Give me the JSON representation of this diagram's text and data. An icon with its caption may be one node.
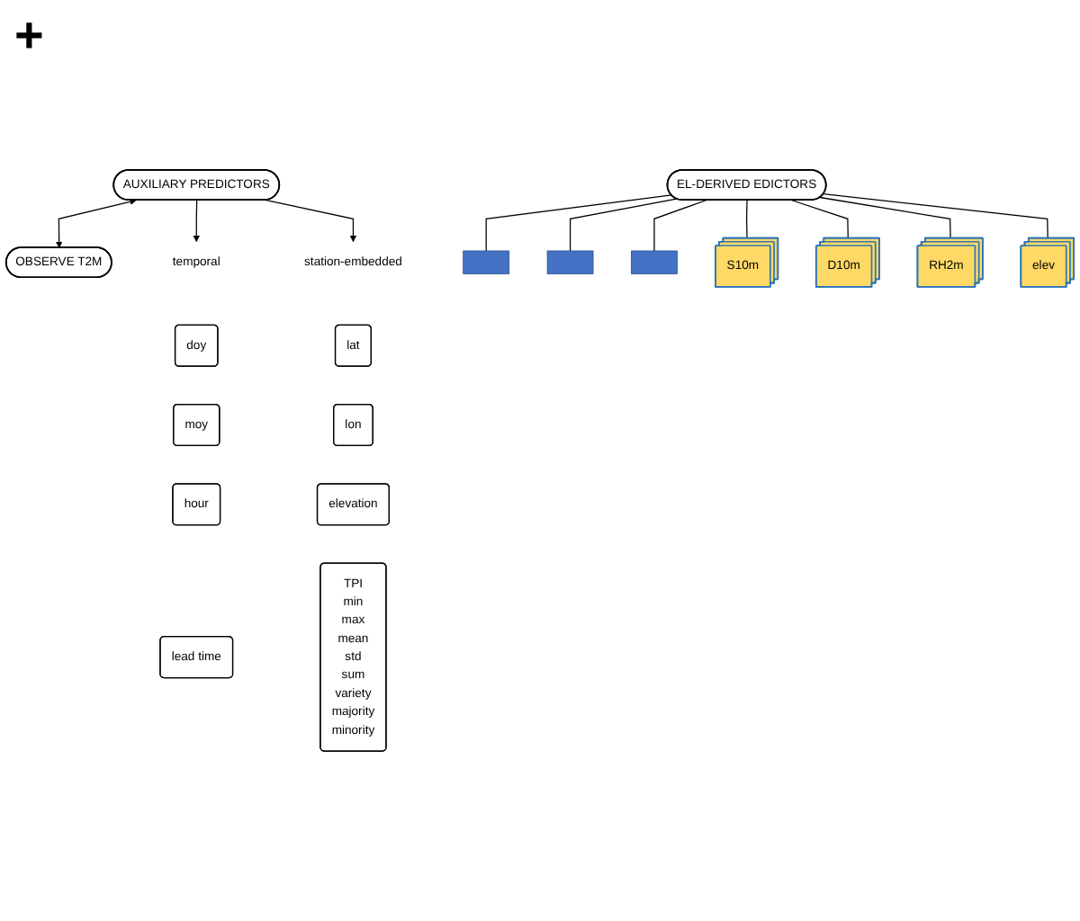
{
  "diagram": {
    "nodes": [
      {
        "text": [
          "EL-DERIVED EDICTORS"
        ]
      },
      {
        "text": [
          "AUXILIARY PREDICTORS"
        ]
      },
      {
        "text": [
          "OBSERVE T2M"
        ]
      },
      {
        "text": [
          "temporal"
        ]
      },
      {
        "text": [
          "station-embedded"
        ]
      },
      {
        "text": [
          "doy"
        ]
      },
      {
        "text": [
          "moy"
        ]
      },
      {
        "text": [
          "hour"
        ]
      },
      {
        "text": [
          "lead time"
        ]
      },
      {
        "text": [
          "lat"
        ]
      },
      {
        "text": [
          "lon"
        ]
      },
      {
        "text": [
          "elevation"
        ]
      },
      {
        "text": [
          "TPI",
          "min",
          "max",
          "mean",
          "std",
          "sum",
          "variety",
          "majority",
          "minority"
        ]
      },
      {
        "text": [],
        "shape": "box"
      },
      {
        "text": [],
        "shape": "box"
      },
      {
        "text": [],
        "shape": "box"
      },
      {
        "text": [
          "S10m"
        ]
      },
      {
        "text": [
          "D10m"
        ]
      },
      {
        "text": [
          "RH2m"
        ]
      },
      {
        "text": [
          "elev"
        ]
      }
    ],
    "edges": [
      {
        "from": 0,
        "to": 13,
        "arrow": "none"
      },
      {
        "from": 0,
        "to": 16,
        "arrow": "none"
      },
      {
        "from": 0,
        "to": 14,
        "arrow": "none"
      },
      {
        "from": 0,
        "to": 17,
        "arrow": "none"
      },
      {
        "from": 0,
        "to": 15,
        "arrow": "none"
      },
      {
        "from": 0,
        "to": 18,
        "arrow": "none"
      },
      {
        "from": 0,
        "to": 19,
        "arrow": "none"
      },
      {
        "from": 1,
        "to": 3,
        "arrow": "to"
      },
      {
        "from": 1,
        "to": 4,
        "arrow": "to"
      },
      {
        "from": 1,
        "to": 2,
        "arrow": "both"
      }
    ],
    "labels": [
      "+"
    ]
  }
}
